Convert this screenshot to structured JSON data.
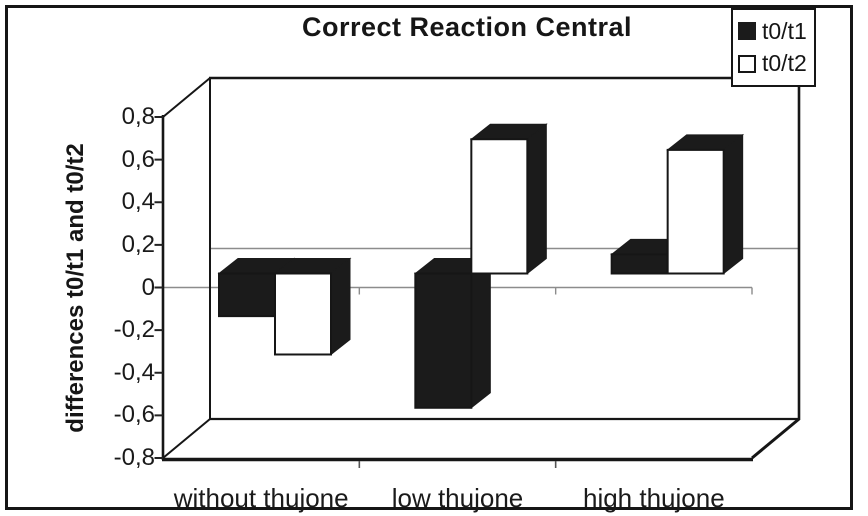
{
  "figure": {
    "title": "Correct Reaction Central",
    "y_axis_title": "differences t0/t1 and t0/t2"
  },
  "legend": {
    "position": "top-right",
    "items": [
      {
        "label": "t0/t1",
        "swatch": "filled-black-square",
        "swatch_color": "#1b1b1b"
      },
      {
        "label": "t0/t2",
        "swatch": "open-white-square",
        "swatch_color": "#ffffff"
      }
    ]
  },
  "chart_data": {
    "type": "bar",
    "projection": "3d",
    "title": "Correct Reaction Central",
    "xlabel": "",
    "ylabel": "differences t0/t1 and t0/t2",
    "categories": [
      "without thujone",
      "low thujone",
      "high thujone"
    ],
    "series": [
      {
        "name": "t0/t1",
        "color": "#1b1b1b",
        "values": [
          -0.2,
          -0.63,
          0.09
        ]
      },
      {
        "name": "t0/t2",
        "color": "#ffffff",
        "values": [
          -0.38,
          0.63,
          0.58
        ]
      }
    ],
    "ylim": [
      -0.8,
      0.8
    ],
    "ytick_step": 0.2,
    "ytick_labels": [
      "0,8",
      "0,6",
      "0,4",
      "0,2",
      "0",
      "-0,2",
      "-0,4",
      "-0,6",
      "-0,8"
    ],
    "decimal_separator": ",",
    "grid": "zero-gridline-only",
    "legend_position": "top-right",
    "colors": {
      "ink": "#161616",
      "bar_dark": "#1b1b1b",
      "bar_light": "#ffffff",
      "zero_line": "#8c8c8c",
      "background": "#ffffff"
    }
  }
}
